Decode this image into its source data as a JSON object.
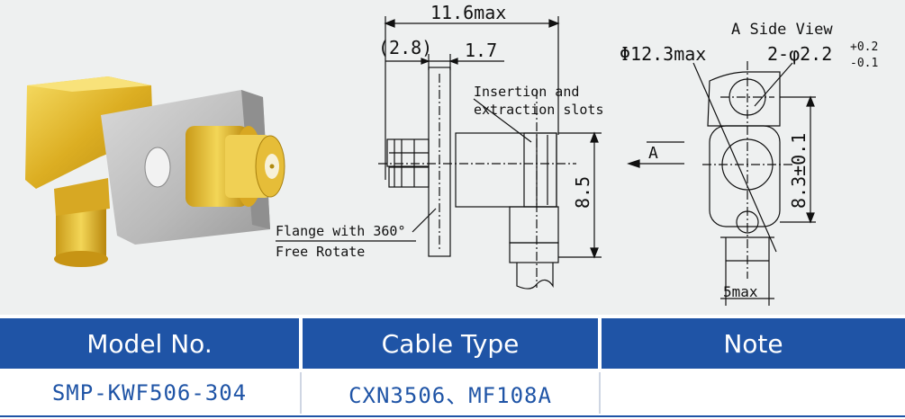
{
  "drawing": {
    "dim_overall": "11.6max",
    "dim_28": "(2.8)",
    "dim_17": "1.7",
    "note_slots_1": "Insertion and",
    "note_slots_2": "extraction slots",
    "note_flange_1": "Flange with 360°",
    "note_flange_2": "Free Rotate",
    "dim_85": "8.5",
    "arrow_a": "A",
    "side_view_title": "A Side View",
    "dim_phi123": "Φ12.3max",
    "dim_holes": "2-φ2.2",
    "tol_plus": "+0.2",
    "tol_minus": "-0.1",
    "dim_83": "8.3±0.1",
    "dim_5": "5max"
  },
  "table": {
    "headers": [
      "Model No.",
      "Cable Type",
      "Note"
    ],
    "row": [
      "SMP-KWF506-304",
      "CXN3506、MF108A",
      ""
    ]
  },
  "colors": {
    "header_bg": "#1f54a6",
    "cell_text": "#1f54a6",
    "gold": "#e0b52a",
    "panel_bg": "#eef0f0"
  }
}
